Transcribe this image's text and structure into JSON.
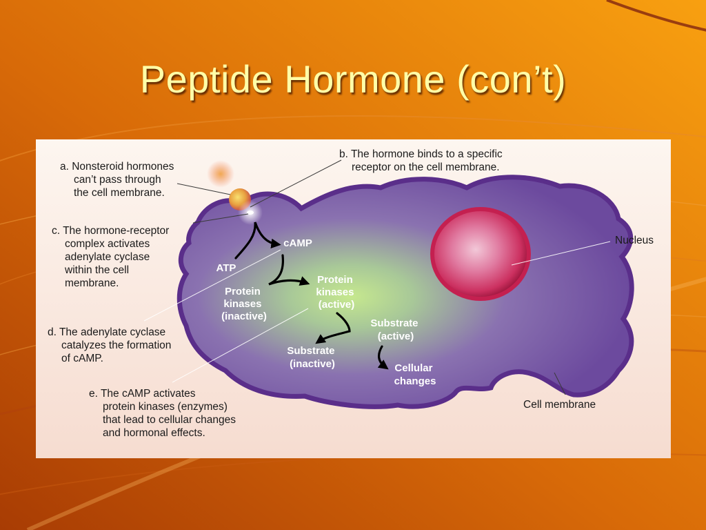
{
  "slide": {
    "title": "Peptide Hormone (con’t)",
    "background_colors": [
      "#b84a05",
      "#f09a0c"
    ]
  },
  "diagram": {
    "labels": {
      "a": [
        "a. Nonsteroid hormones",
        "can’t pass through",
        "the cell membrane."
      ],
      "b": [
        "b. The hormone binds to a specific",
        "receptor on the cell membrane."
      ],
      "c": [
        "c. The hormone-receptor",
        "complex activates",
        "adenylate cyclase",
        "within the cell",
        "membrane."
      ],
      "d": [
        "d. The adenylate cyclase",
        "catalyzes the formation",
        "of cAMP."
      ],
      "e": [
        "e. The cAMP activates",
        "protein kinases (enzymes)",
        "that lead to cellular changes",
        "and hormonal effects."
      ],
      "nucleus": "Nucleus",
      "cell_membrane": "Cell membrane"
    },
    "cell_labels": {
      "camp": "cAMP",
      "atp": "ATP",
      "pk_inactive": [
        "Protein",
        "kinases",
        "(inactive)"
      ],
      "pk_active": [
        "Protein",
        "kinases",
        "(active)"
      ],
      "sub_active": [
        "Substrate",
        "(active)"
      ],
      "sub_inactive": [
        "Substrate",
        "(inactive)"
      ],
      "cellular_changes": [
        "Cellular",
        "changes"
      ]
    },
    "colors": {
      "panel": "#fbeee6",
      "membrane": "#6a3a98",
      "cytoplasm_glow": "#c8e890",
      "nucleus": "#d02a58",
      "hormone": "#f0b030"
    }
  }
}
